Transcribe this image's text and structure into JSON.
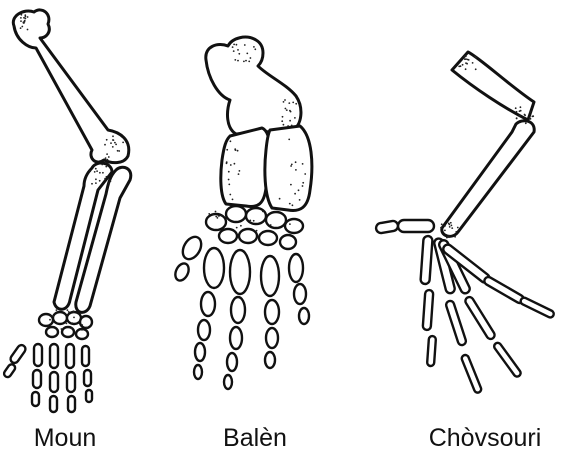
{
  "labels": {
    "human": "Moun",
    "whale": "Balèn",
    "bat": "Chòvsouri"
  },
  "colors": {
    "ink": "#111111",
    "background": "#ffffff"
  }
}
